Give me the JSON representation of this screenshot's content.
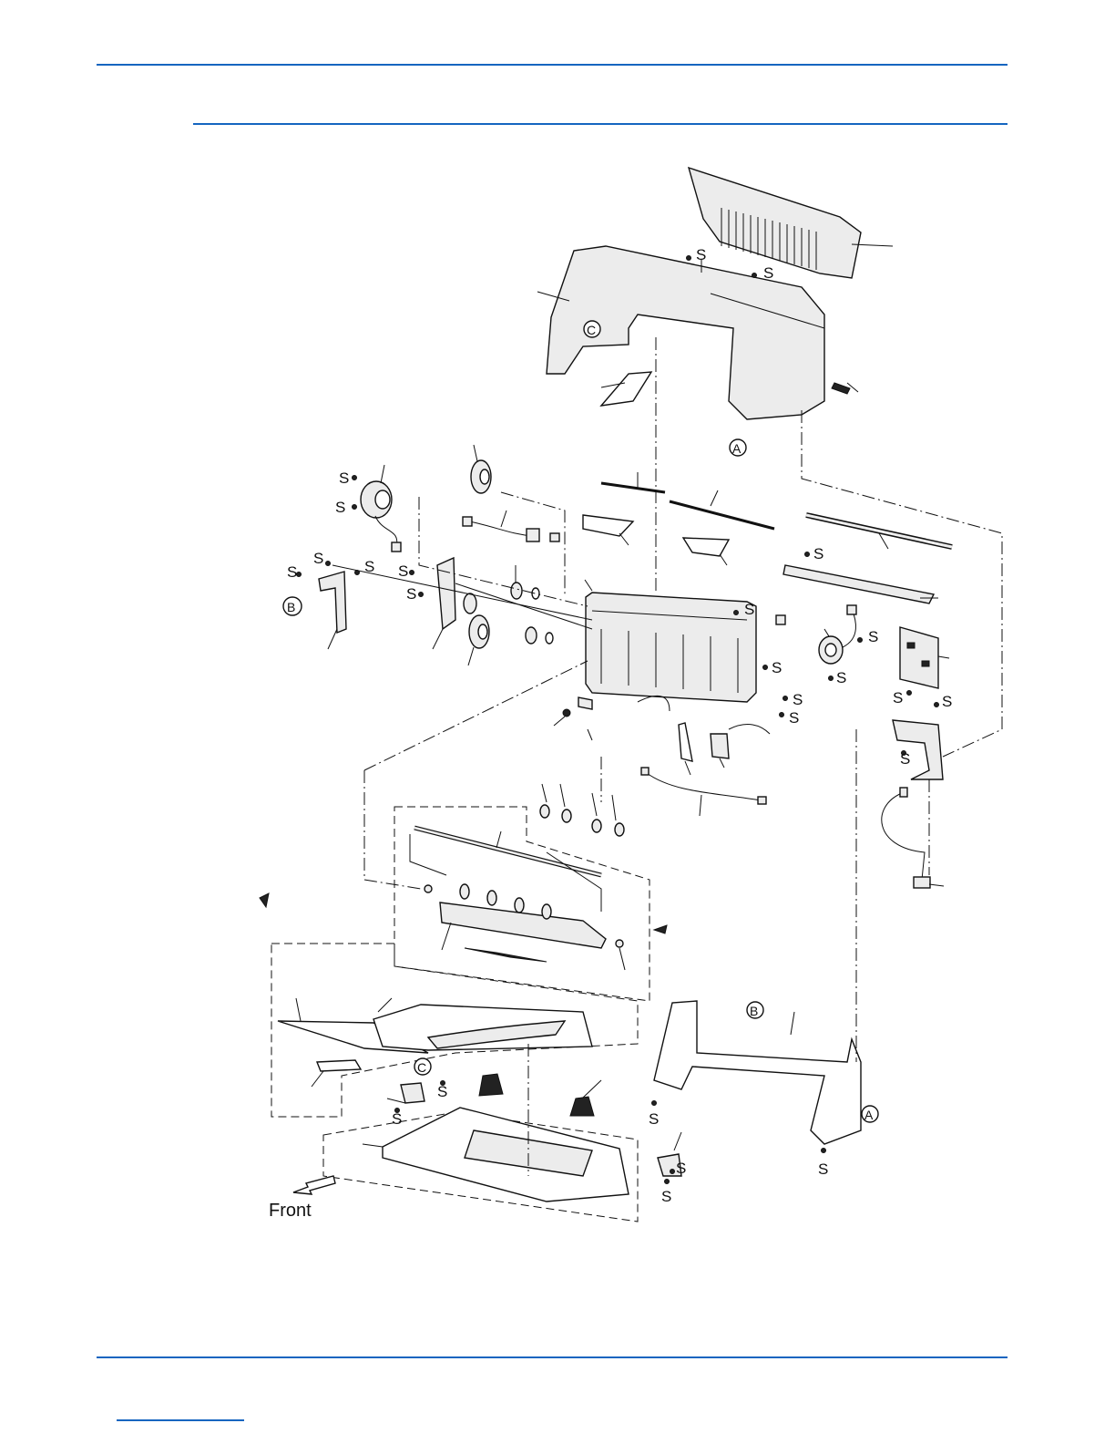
{
  "colors": {
    "rule": "#1565c0",
    "ink": "#111111"
  },
  "diagram": {
    "screw_marker": "S",
    "callouts": [
      "A",
      "B",
      "C"
    ],
    "direction_label": "Front"
  }
}
